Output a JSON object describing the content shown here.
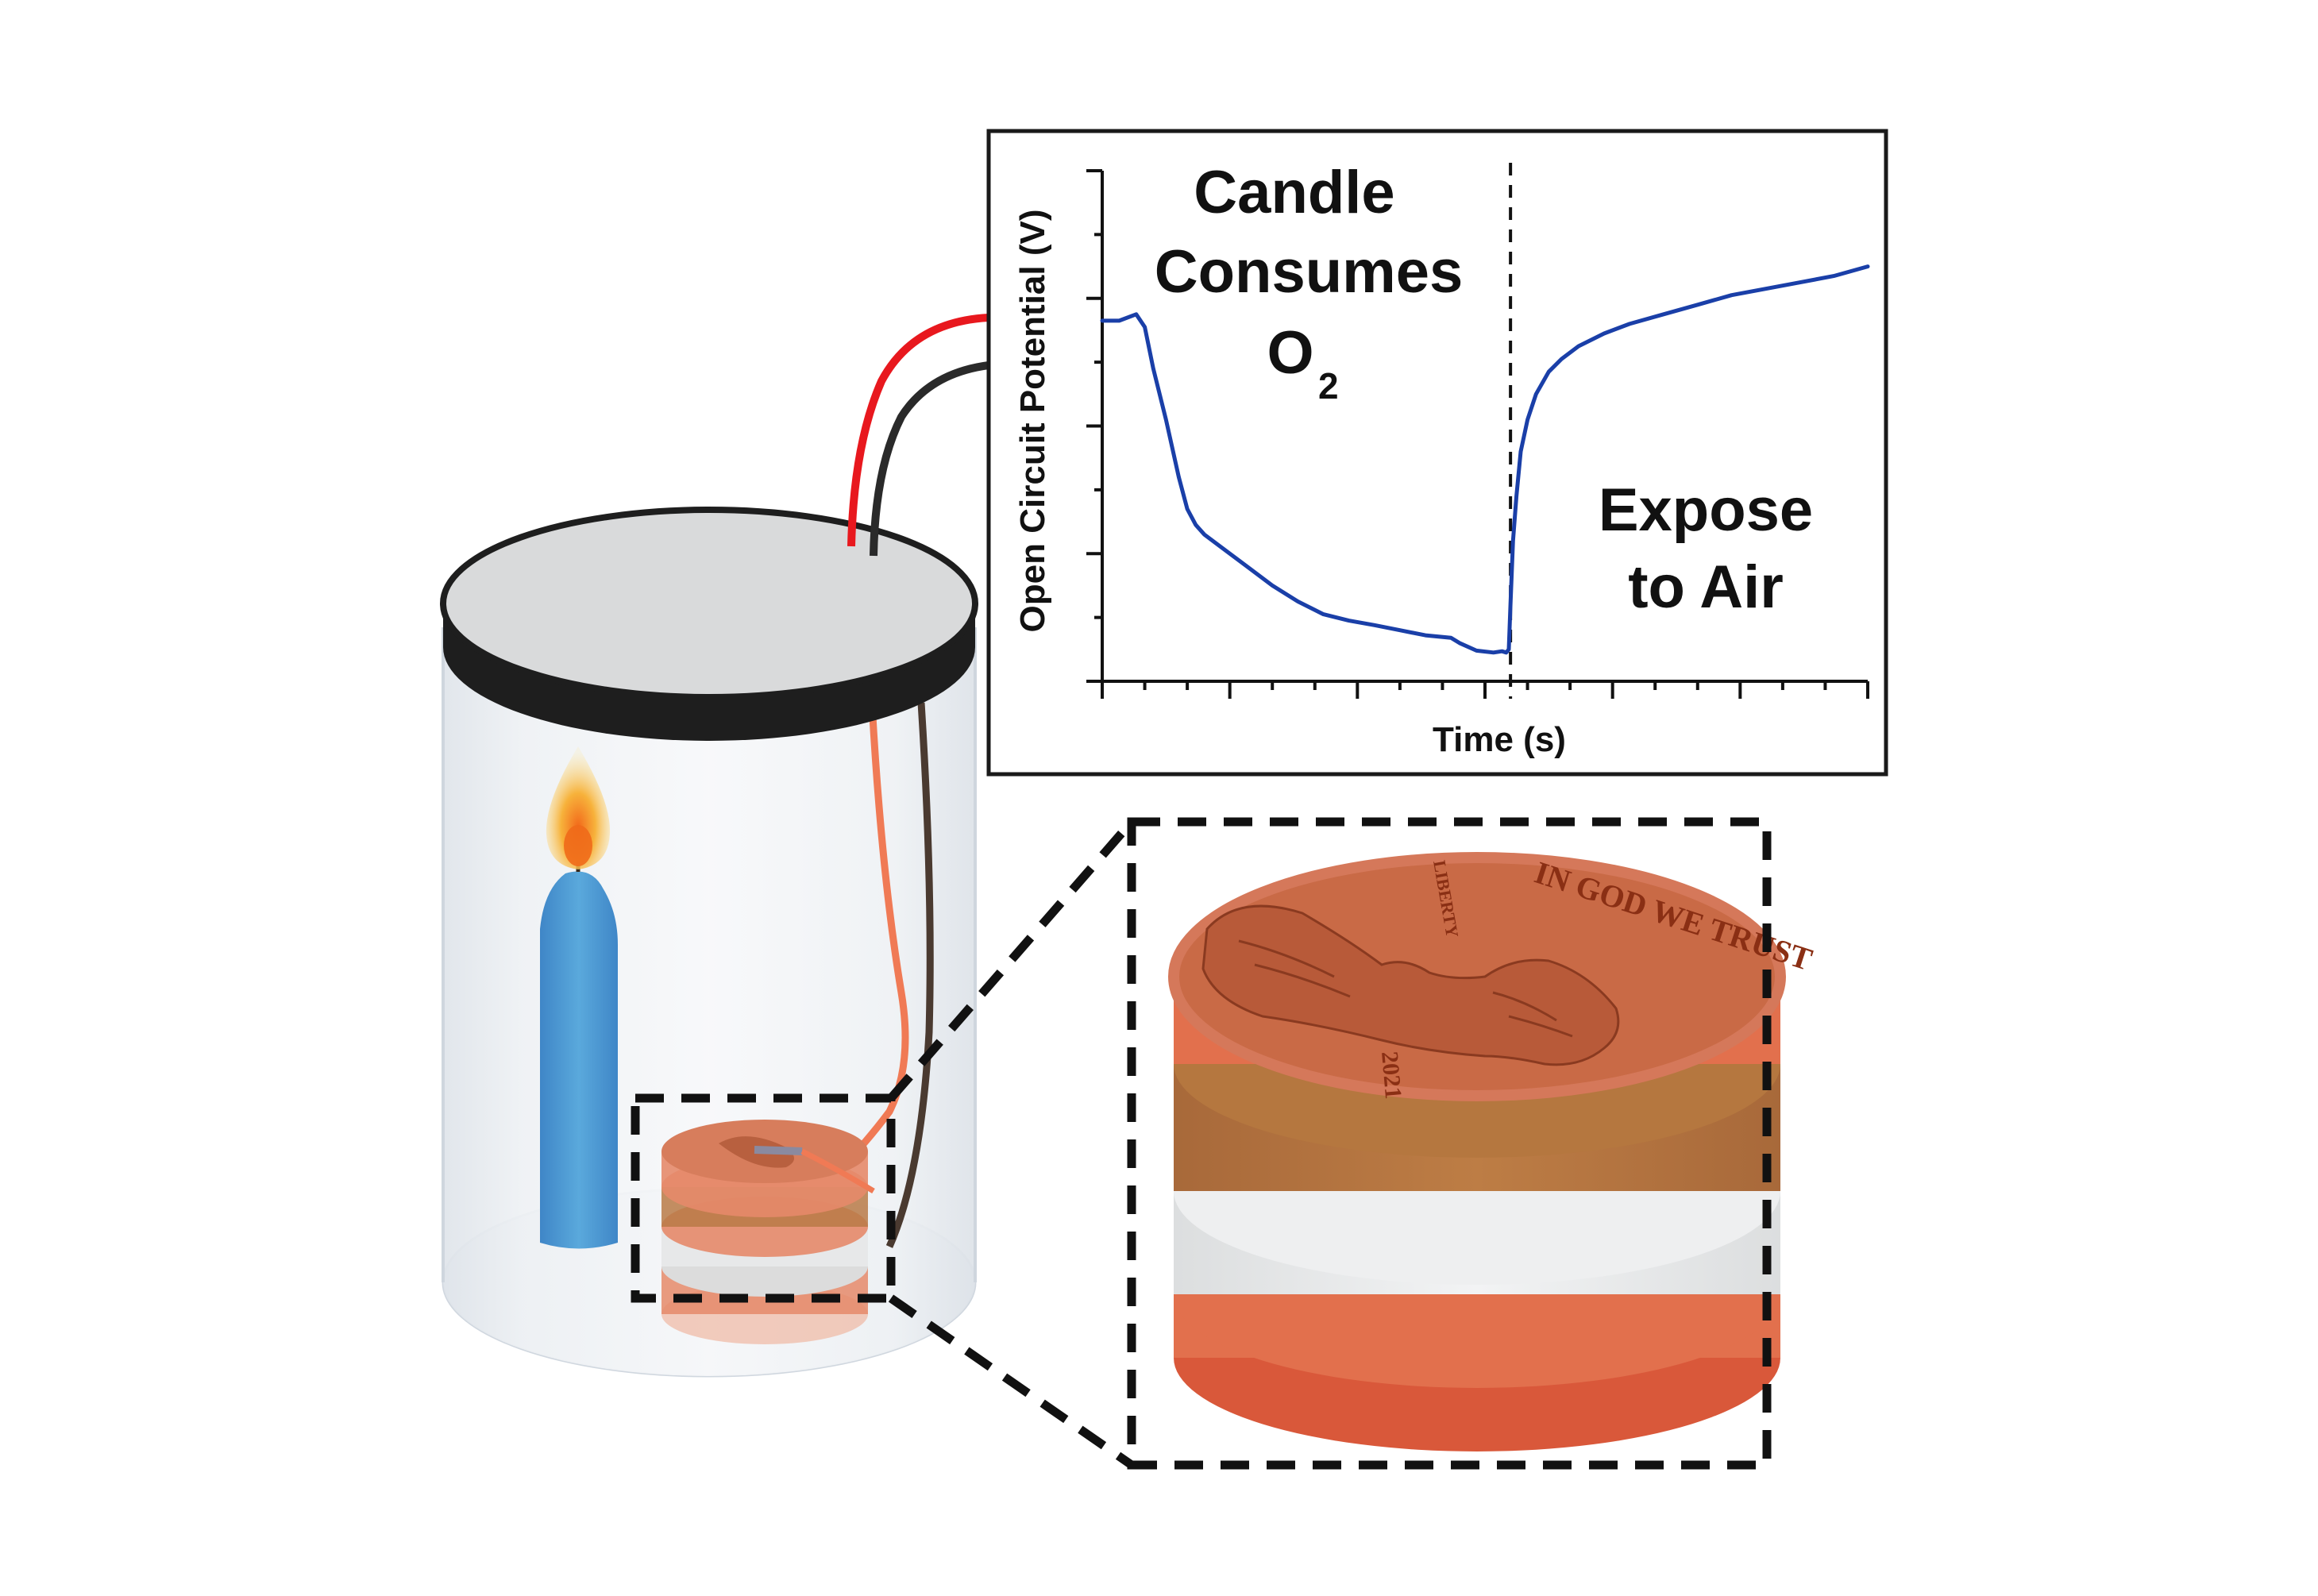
{
  "chart_data": {
    "type": "line",
    "title": "",
    "xlabel": "Time (s)",
    "ylabel": "Open Circuit Potential (V)",
    "xlim": [
      0,
      900
    ],
    "ylim": [
      0,
      8
    ],
    "x_tick_count": 19,
    "y_tick_count": 9,
    "vertical_marker_x": 480,
    "series": [
      {
        "color": "#1a3fa8",
        "x": [
          0,
          20,
          40,
          50,
          60,
          75,
          90,
          100,
          110,
          120,
          140,
          170,
          200,
          230,
          260,
          290,
          320,
          350,
          380,
          410,
          420,
          440,
          460,
          470,
          475,
          478,
          480,
          483,
          487,
          492,
          500,
          510,
          525,
          540,
          560,
          590,
          620,
          660,
          700,
          740,
          780,
          820,
          860,
          900
        ],
        "values": [
          5.65,
          5.65,
          5.75,
          5.55,
          4.9,
          4.1,
          3.2,
          2.7,
          2.45,
          2.3,
          2.1,
          1.8,
          1.5,
          1.25,
          1.05,
          0.95,
          0.88,
          0.8,
          0.72,
          0.68,
          0.6,
          0.48,
          0.45,
          0.47,
          0.45,
          0.5,
          1.2,
          2.2,
          2.9,
          3.6,
          4.1,
          4.5,
          4.85,
          5.05,
          5.25,
          5.45,
          5.6,
          5.75,
          5.9,
          6.05,
          6.15,
          6.25,
          6.35,
          6.5
        ]
      }
    ],
    "annotations": {
      "left_line1": "Candle",
      "left_line2": "Consumes",
      "left_o2": "O",
      "left_o2_sub": "2",
      "right_line1": "Expose",
      "right_line2": "to Air"
    }
  },
  "coin": {
    "motto": "IN GOD WE TRUST",
    "liberty": "LIBERTY",
    "year": "2021"
  },
  "colors": {
    "line": "#1a3fa8",
    "red_wire": "#e8181e",
    "black_wire": "#2a2a2a",
    "copper": "#e2704d",
    "copper_face": "#c96a46",
    "carbon_layer": "#b5773f",
    "separator": "#e9eaeb",
    "candle": "#4f9fd4",
    "lid_top": "#d9dadb",
    "lid_rim": "#1e1e1e"
  },
  "icons": [
    "candle-icon",
    "jar-icon",
    "penny-battery-icon",
    "flame-icon"
  ]
}
